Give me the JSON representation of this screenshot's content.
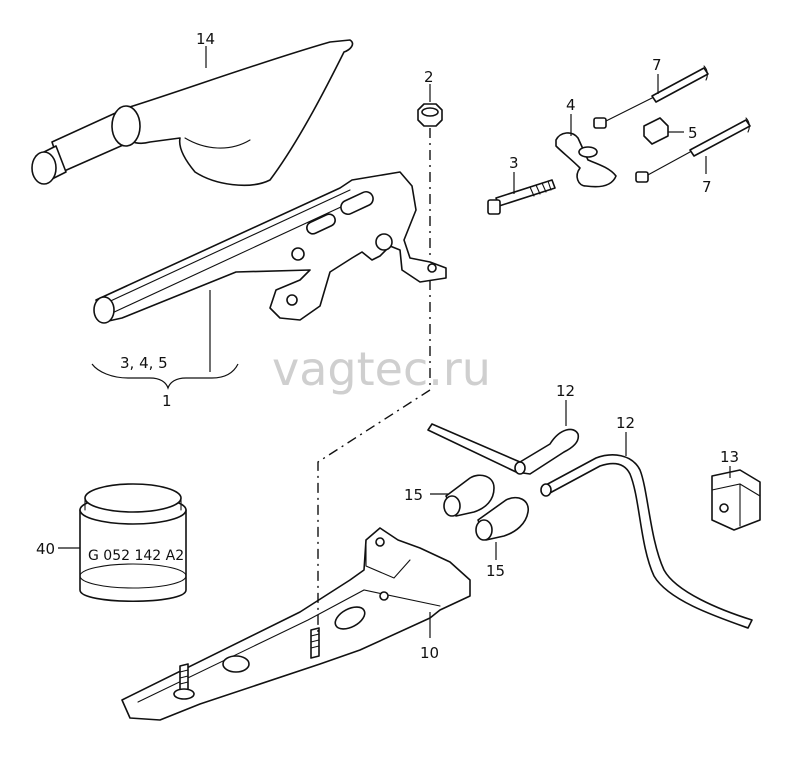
{
  "watermark": "vagtec.ru",
  "labels": {
    "p1": "1",
    "p2": "2",
    "p3": "3",
    "p4": "4",
    "p5": "5",
    "p7a": "7",
    "p7b": "7",
    "p10": "10",
    "p12a": "12",
    "p12b": "12",
    "p13": "13",
    "p14": "14",
    "p15a": "15",
    "p15b": "15",
    "p40": "40",
    "group": "3, 4, 5",
    "sealant_code": "G 052 142 A2"
  },
  "colors": {
    "line": "#111111",
    "watermark": "#cfcfcf",
    "background": "#ffffff"
  }
}
